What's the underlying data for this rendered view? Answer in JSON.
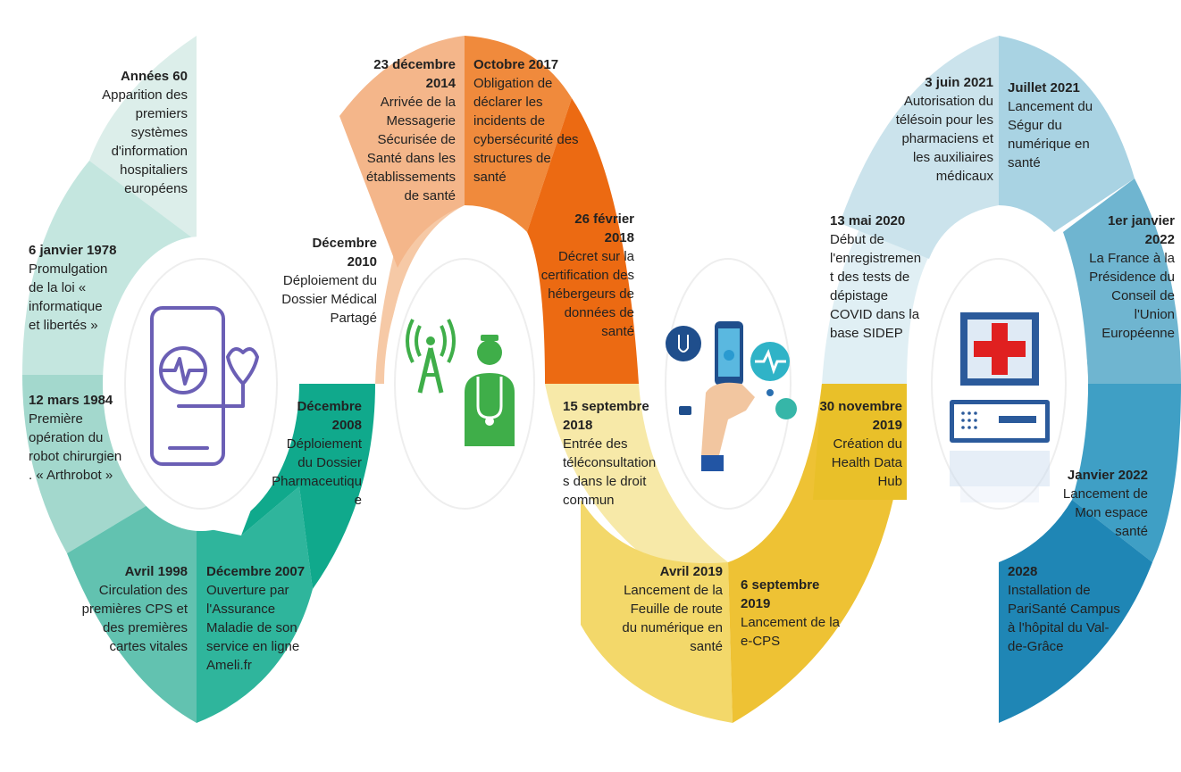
{
  "colors": {
    "teal_light": "#dceeea",
    "teal_mid": "#b8e0d8",
    "teal": "#7fcdbf",
    "teal_dark": "#10a98c",
    "orange_light": "#f4b68a",
    "orange": "#f08a3c",
    "orange_dark": "#ec6a12",
    "peach": "#f6c9a6",
    "yellow_light": "#f7e9a8",
    "yellow": "#f3d86a",
    "yellow_dark": "#eec234",
    "blue_light": "#cbe3ec",
    "blue": "#8fc3d8",
    "blue_mid": "#4ea6c7",
    "blue_dark": "#1f86b5",
    "icon_purple": "#6b5fb5",
    "icon_green": "#3fae49",
    "icon_blue": "#2b5a9b",
    "icon_red": "#e02020"
  },
  "icons": [
    "smartphone-heart-icon",
    "doctor-antenna-icon",
    "hand-phone-health-icon",
    "computer-medical-cross-icon"
  ],
  "events": [
    {
      "date": "Années 60",
      "text": "Apparition des\npremiers\nsystèmes\nd'information\nhospitaliers\neuropéens"
    },
    {
      "date": "6 janvier 1978",
      "text": "Promulgation\nde la loi «\ninformatique\net libertés »"
    },
    {
      "date": "12 mars 1984",
      "text": "Première\nopération du\nrobot chirurgien\n. « Arthrobot »"
    },
    {
      "date": "Avril 1998",
      "text": "Circulation des\npremières CPS et\ndes premières\ncartes vitales"
    },
    {
      "date": "Décembre 2007",
      "text": "Ouverture par\nl'Assurance\nMaladie de son\nservice en ligne\nAmeli.fr"
    },
    {
      "date": "Décembre\n2008",
      "text": "Déploiement\ndu Dossier\nPharmaceutiqu\ne"
    },
    {
      "date": "Décembre\n2010",
      "text": "Déploiement du\nDossier Médical\nPartagé"
    },
    {
      "date": "23 décembre\n2014",
      "text": "Arrivée de la\nMessagerie\nSécurisée de\nSanté dans les\nétablissements\nde santé"
    },
    {
      "date": "Octobre 2017",
      "text": "Obligation de\ndéclarer les\nincidents de\ncybersécurité des\nstructures de\nsanté"
    },
    {
      "date": "26 février\n2018",
      "text": "Décret sur la\ncertification des\nhébergeurs de\ndonnées de\nsanté"
    },
    {
      "date": "15 septembre\n2018",
      "text": "Entrée des\ntéléconsultation\ns dans le droit\ncommun"
    },
    {
      "date": "Avril 2019",
      "text": "Lancement de la\nFeuille de route\ndu numérique en\nsanté"
    },
    {
      "date": "6 septembre\n2019",
      "text": "Lancement de la\ne-CPS"
    },
    {
      "date": "30 novembre\n2019",
      "text": "Création du\nHealth Data\nHub"
    },
    {
      "date": "13 mai 2020",
      "text": "Début de\nl'enregistremen\nt des tests de\ndépistage\nCOVID dans la\nbase SIDEP"
    },
    {
      "date": "3 juin 2021",
      "text": "Autorisation du\ntélésoin pour les\npharmaciens et\nles auxiliaires\nmédicaux"
    },
    {
      "date": "Juillet 2021",
      "text": "Lancement du\nSégur du\nnumérique en\nsanté"
    },
    {
      "date": "1er janvier\n2022",
      "text": "La France à la\nPrésidence du\nConseil de\nl'Union\nEuropéenne"
    },
    {
      "date": "Janvier 2022",
      "text": "Lancement de\nMon espace\nsanté"
    },
    {
      "date": "2028",
      "text": "Installation de\nPariSanté Campus\nà l'hôpital du Val-\nde-Grâce"
    }
  ]
}
